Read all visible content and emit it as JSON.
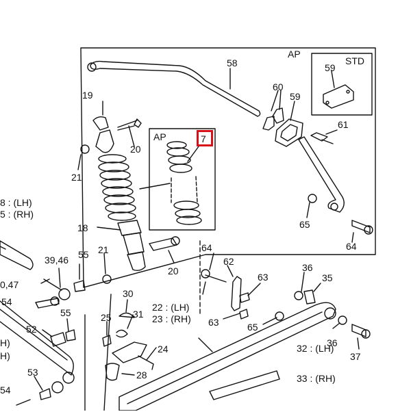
{
  "colors": {
    "line": "#111111",
    "highlight": "#d8101a"
  },
  "highlighted_callout": "7",
  "boxes": {
    "ap_main": "AP",
    "ap_spring": "AP",
    "std": "STD"
  },
  "callouts": {
    "c58": "58",
    "c60": "60",
    "c59a": "59",
    "c59b": "59",
    "c61": "61",
    "c19": "19",
    "c20a": "20",
    "c21a": "21",
    "c7": "7",
    "lh_left_cut": "8 : (LH)",
    "rh_left_cut": "5 : (RH)",
    "c18": "18",
    "c65a": "65",
    "c64a": "64",
    "c64b": "64",
    "c39_46": "39,46",
    "c55a": "55",
    "c21b": "21",
    "c62": "62",
    "c36a": "36",
    "c63a": "63",
    "c35": "35",
    "c0_47": "0,47",
    "c20b": "20",
    "c54": "54",
    "c30": "30",
    "c22": "22 : (LH)",
    "c23": "23 : (RH)",
    "c31": "31",
    "c63b": "63",
    "c65b": "65",
    "c25": "25",
    "c55b": "55",
    "c52": "52",
    "c36b": "36",
    "c24": "24",
    "c37": "37",
    "h_left_a": "H)",
    "h_left_b": "H)",
    "c32": "32 : (LH)",
    "c33": "33 : (RH)",
    "c28": "28",
    "c53": "53",
    "c54b": "54"
  }
}
